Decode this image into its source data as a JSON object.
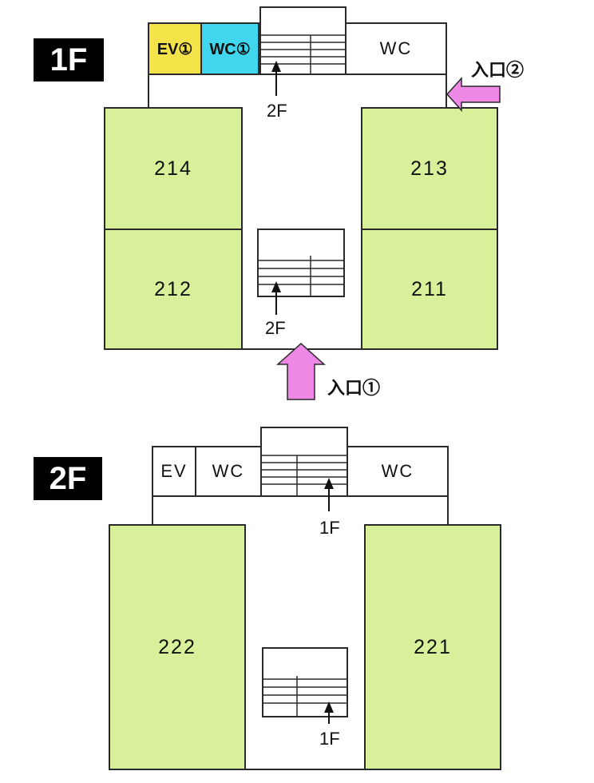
{
  "floor1": {
    "badge": "1F",
    "rooms": {
      "r214": "214",
      "r213": "213",
      "r212": "212",
      "r211": "211"
    },
    "ev": "EV①",
    "wc_left": "WC①",
    "wc_right": "WC",
    "stairs_top_label": "2F",
    "stairs_mid_label": "2F",
    "entrance1": "入口①",
    "entrance2": "入口②"
  },
  "floor2": {
    "badge": "2F",
    "rooms": {
      "r222": "222",
      "r221": "221"
    },
    "ev": "EV",
    "wc_left": "WC",
    "wc_right": "WC",
    "stairs_top_label": "1F",
    "stairs_mid_label": "1F"
  },
  "colors": {
    "room_green": "#d9f09a",
    "ev_yellow": "#f5e34a",
    "wc_cyan": "#3fd6ee",
    "entrance_pink": "#ee88e6"
  }
}
